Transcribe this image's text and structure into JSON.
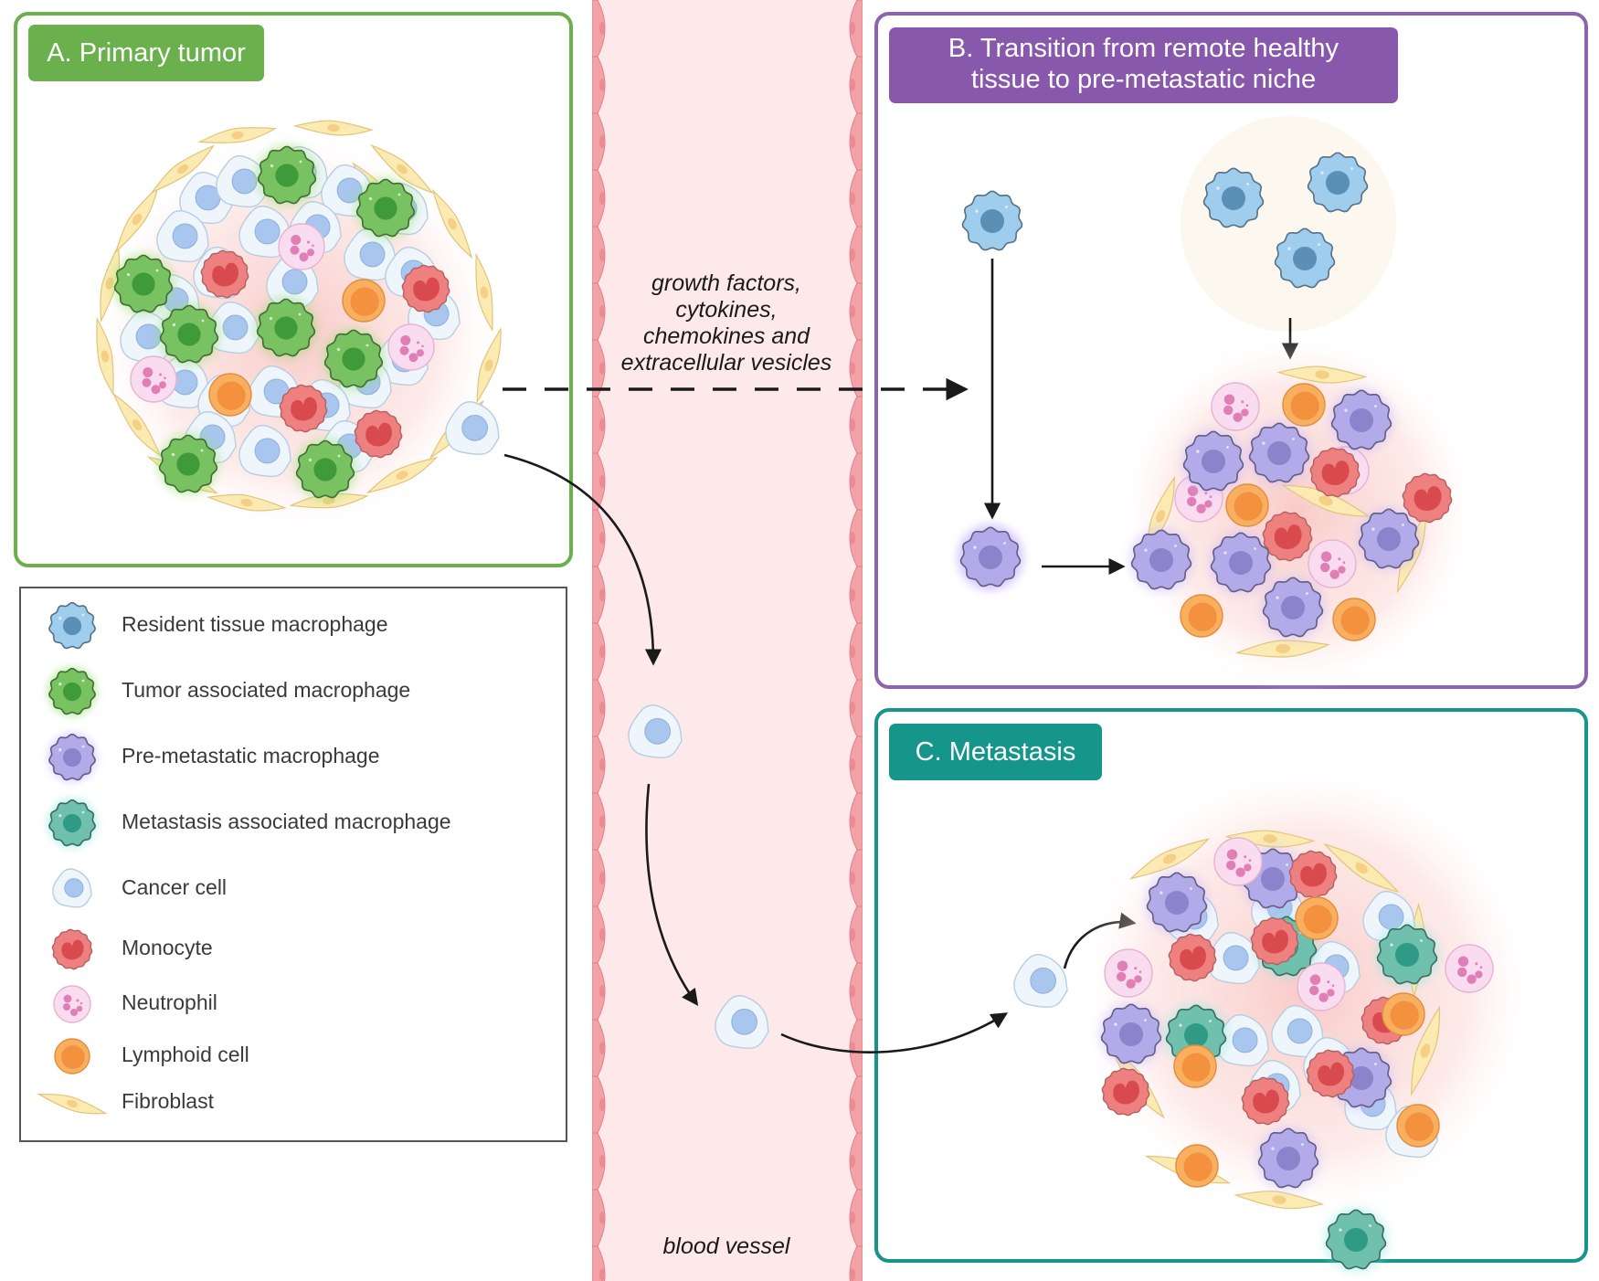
{
  "panels": {
    "a": {
      "title": "A. Primary tumor",
      "color": "#6ab04c"
    },
    "b": {
      "title_line1": "B. Transition from remote healthy",
      "title_line2": "tissue to pre-metastatic niche",
      "color": "#8758ab"
    },
    "c": {
      "title": "C. Metastasis",
      "color": "#16968a"
    }
  },
  "annotations": {
    "signals": [
      "growth factors,",
      "cytokines,",
      "chemokines and",
      "extracellular vesicles"
    ],
    "vessel_label": "blood vessel"
  },
  "legend": {
    "items": [
      {
        "label": "Resident tissue macrophage",
        "icon": "resident-macrophage-icon",
        "type": "macrophage",
        "fill": "#9fcdee",
        "nucleus": "#5b8fb6",
        "glow": null
      },
      {
        "label": "Tumor associated macrophage",
        "icon": "tumor-macrophage-icon",
        "type": "macrophage",
        "fill": "#79c261",
        "nucleus": "#3f9a3a",
        "glow": "#8fe06b"
      },
      {
        "label": "Pre-metastatic macrophage",
        "icon": "premetastatic-macrophage-icon",
        "type": "macrophage",
        "fill": "#b3aaea",
        "nucleus": "#8d82cc",
        "glow": "#c6b5ff"
      },
      {
        "label": "Metastasis associated macrophage",
        "icon": "metastasis-macrophage-icon",
        "type": "macrophage",
        "fill": "#6fc0ad",
        "nucleus": "#2f9a85",
        "glow": "#86e8e0"
      },
      {
        "label": "Cancer cell",
        "icon": "cancer-cell-icon",
        "type": "cancer",
        "fill": "#eef6fc",
        "nucleus": "#a8c6ee",
        "glow": null
      },
      {
        "label": "Monocyte",
        "icon": "monocyte-icon",
        "type": "monocyte",
        "fill": "#ee8080",
        "nucleus": "#d94a4e",
        "glow": null
      },
      {
        "label": "Neutrophil",
        "icon": "neutrophil-icon",
        "type": "neutrophil",
        "fill": "#fadcf0",
        "nucleus": "#df7fb6",
        "glow": null
      },
      {
        "label": "Lymphoid cell",
        "icon": "lymphoid-cell-icon",
        "type": "lymphoid",
        "fill": "#f8b060",
        "nucleus": "#f3913e",
        "glow": null
      },
      {
        "label": "Fibroblast",
        "icon": "fibroblast-icon",
        "type": "fibroblast",
        "fill": "#fbeab2",
        "nucleus": "#f4cf85",
        "glow": null
      }
    ]
  },
  "colors": {
    "vessel_fill": "#fde9ea",
    "vessel_wall": "#f3a3a8",
    "arrow": "#1a1a1a"
  }
}
